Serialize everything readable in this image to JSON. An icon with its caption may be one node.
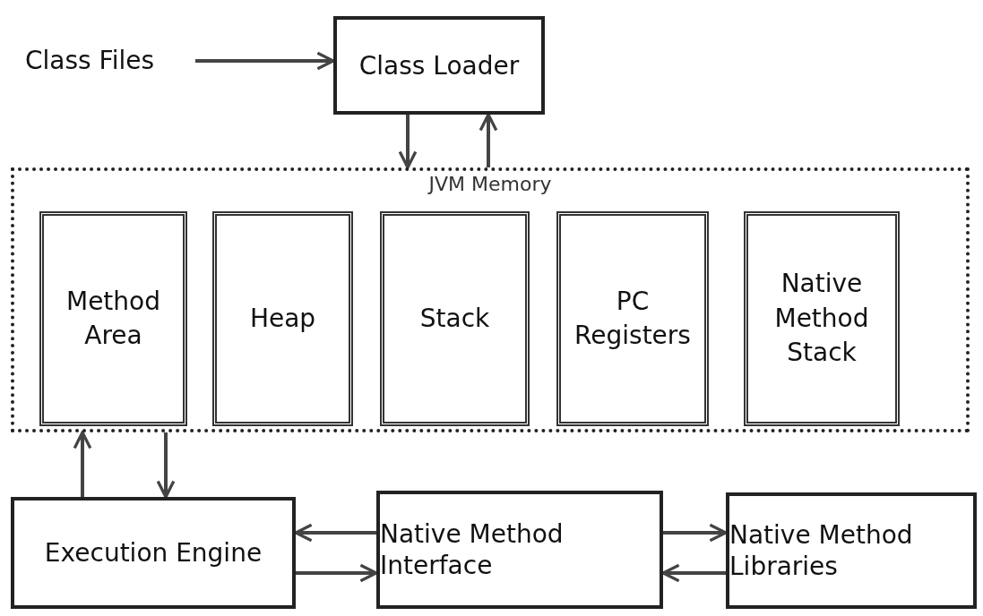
{
  "diagram": {
    "nodes": [
      {
        "text": [
          "Class Files"
        ]
      },
      {
        "text": [
          "Class Loader"
        ]
      },
      {
        "text": [
          "JVM Memory"
        ]
      },
      {
        "text": [
          "Method Area"
        ],
        "in": 2
      },
      {
        "text": [
          "Heap"
        ],
        "in": 2
      },
      {
        "text": [
          "Stack"
        ],
        "in": 2
      },
      {
        "text": [
          "PC Registers"
        ],
        "in": 2
      },
      {
        "text": [
          "Native Method Stack"
        ],
        "in": 2
      },
      {
        "text": [
          "Execution Engine"
        ]
      },
      {
        "text": [
          "Native Method Interface"
        ]
      },
      {
        "text": [
          "Native Method Libraries"
        ]
      }
    ],
    "edges": [
      {
        "from": 0,
        "to": 1,
        "arrow": "to"
      },
      {
        "from": 1,
        "to": 2,
        "arrow": "to"
      },
      {
        "from": 2,
        "to": 1,
        "arrow": "to"
      },
      {
        "from": 8,
        "to": 2,
        "arrow": "to"
      },
      {
        "from": 2,
        "to": 8,
        "arrow": "to"
      },
      {
        "from": 9,
        "to": 8,
        "arrow": "to"
      },
      {
        "from": 8,
        "to": 9,
        "arrow": "to"
      },
      {
        "from": 9,
        "to": 10,
        "arrow": "to"
      },
      {
        "from": 10,
        "to": 9,
        "arrow": "to"
      }
    ]
  }
}
